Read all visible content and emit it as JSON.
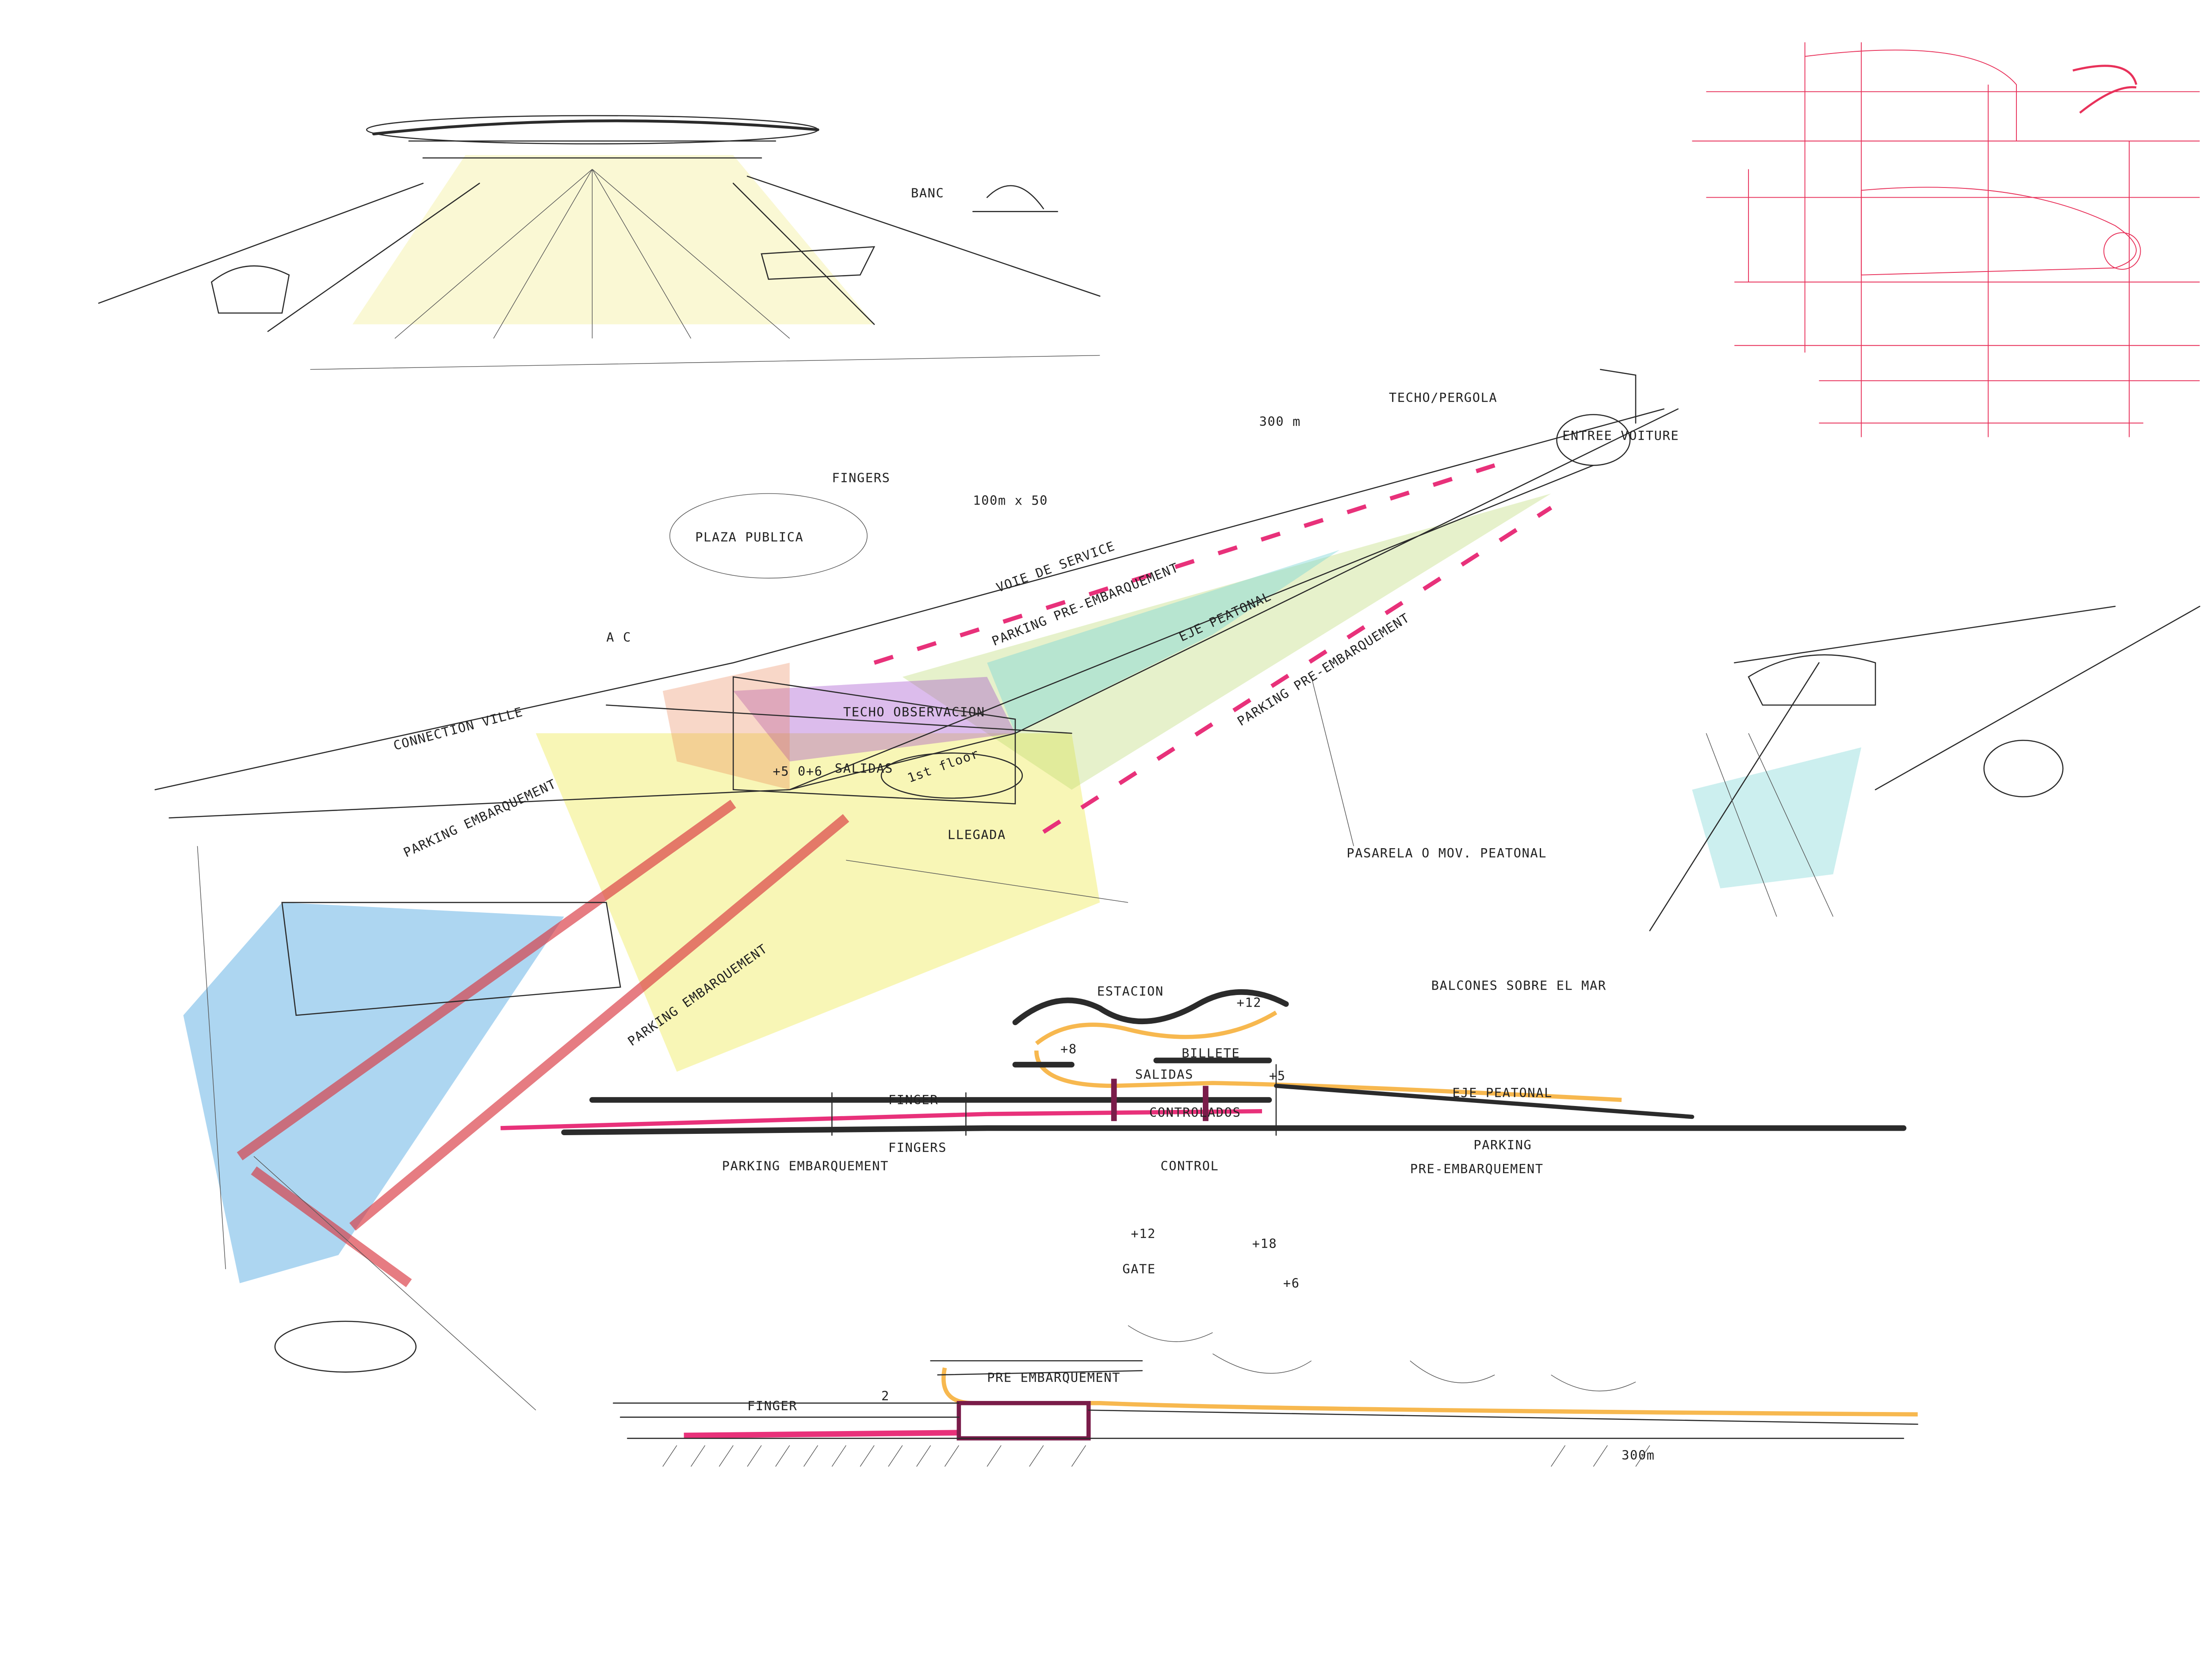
{
  "colors": {
    "ink": "#2a2a2a",
    "yellow_pencil": "#f3ee7a",
    "blue_pencil": "#4aa3e0",
    "red_pencil": "#d8353f",
    "magenta_marker": "#e8317a",
    "orange_pencil": "#f5a623",
    "purple_pencil": "#9b3fc8",
    "cyan_pencil": "#7fd6d8",
    "green_pencil": "#b8d66a",
    "red_ink_elevation": "#e8315a"
  },
  "perspective_sketch": {
    "bench_label": "BANC"
  },
  "plan_view": {
    "fingers": "FINGERS",
    "dimension": "100m x 50",
    "plaza": "PLAZA PUBLICA",
    "roof": "TECHO/PERGOLA",
    "length": "300 m",
    "car_entry": "ENTREE VOITURE",
    "service_road": "VOIE DE SERVICE",
    "parking_pre_1": "PARKING PRE-EMBARQUEMENT",
    "pedestrian_axis": "EJE PEATONAL",
    "parking_pre_2": "PARKING PRE-EMBARQUEMENT",
    "ac": "A C",
    "city_link": "CONNECTION VILLE",
    "observation_roof": "TECHO OBSERVACION",
    "level_marks": "+5 0+6",
    "departures": "SALIDAS",
    "first_floor": "1st floor",
    "arrivals": "LLEGADA",
    "boarding_parking_1": "PARKING EMBARQUEMENT",
    "walkway": "PASARELA O MOV. PEATONAL",
    "boarding_parking_2": "PARKING EMBARQUEMENT"
  },
  "section_1": {
    "station": "ESTACION",
    "level_12": "+12",
    "balconies": "BALCONES SOBRE EL MAR",
    "level_8": "+8",
    "ticket": "BILLETE",
    "departures": "SALIDAS",
    "level_5": "+5",
    "pedestrian_axis": "EJE PEATONAL",
    "controlled": "CONTROLADOS",
    "finger": "FINGER",
    "fingers": "FINGERS",
    "control": "CONTROL",
    "boarding_parking": "PARKING EMBARQUEMENT",
    "pre_boarding_parking_1": "PARKING",
    "pre_boarding_parking_2": "PRE-EMBARQUEMENT"
  },
  "section_2": {
    "level_12": "+12",
    "level_18": "+18",
    "gate": "GATE",
    "level_6": "+6",
    "pre_boarding": "PRE EMBARQUEMENT",
    "finger": "FINGER",
    "level_2": "2",
    "length": "300m"
  }
}
